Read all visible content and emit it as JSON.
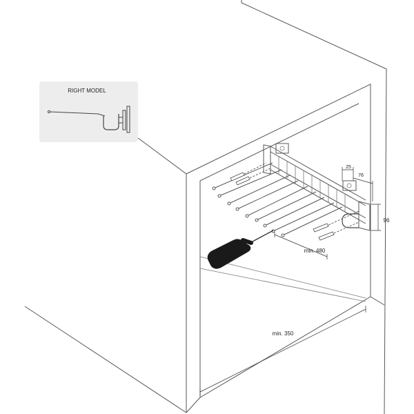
{
  "inset": {
    "title": "RIGHT MODEL",
    "background": "#ededed"
  },
  "dimensions": {
    "d25": "25",
    "d76": "76",
    "d96": "96",
    "min480": "min. 480",
    "min350": "min. 350"
  },
  "colors": {
    "line": "#555555",
    "handle": "#1a1a1a",
    "inset_bg": "#ededed"
  }
}
